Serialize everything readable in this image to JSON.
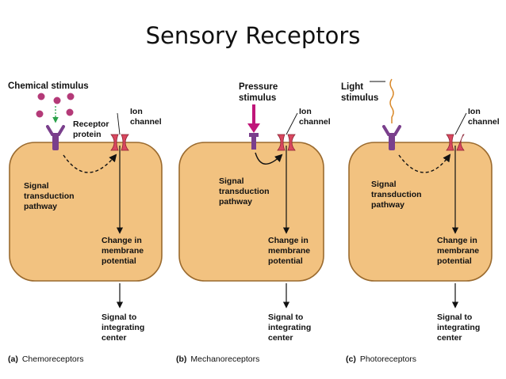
{
  "title": "Sensory Receptors",
  "colors": {
    "cell_fill": "#f2c280",
    "cell_stroke": "#9a6a2e",
    "receptor": "#7a3f8c",
    "channel": "#d9475f",
    "molecule": "#b43a78",
    "arrow_green": "#2aa14a"
  },
  "panels": [
    {
      "stimulus": [
        "Chemical stimulus"
      ],
      "receptor": [
        "Receptor",
        "protein"
      ],
      "channel": [
        "Ion",
        "channel"
      ],
      "pathway": [
        "Signal",
        "transduction",
        "pathway"
      ],
      "change": [
        "Change in",
        "membrane",
        "potential"
      ],
      "signal": [
        "Signal to",
        "integrating",
        "center"
      ],
      "caption_letter": "(a)",
      "caption_name": "Chemoreceptors"
    },
    {
      "stimulus": [
        "Pressure",
        "stimulus"
      ],
      "channel": [
        "Ion",
        "channel"
      ],
      "pathway": [
        "Signal",
        "transduction",
        "pathway"
      ],
      "change": [
        "Change in",
        "membrane",
        "potential"
      ],
      "signal": [
        "Signal to",
        "integrating",
        "center"
      ],
      "caption_letter": "(b)",
      "caption_name": "Mechanoreceptors"
    },
    {
      "stimulus": [
        "Light",
        "stimulus"
      ],
      "channel": [
        "Ion",
        "channel"
      ],
      "pathway": [
        "Signal",
        "transduction",
        "pathway"
      ],
      "change": [
        "Change in",
        "membrane",
        "potential"
      ],
      "signal": [
        "Signal to",
        "integrating",
        "center"
      ],
      "caption_letter": "(c)",
      "caption_name": "Photoreceptors"
    }
  ]
}
